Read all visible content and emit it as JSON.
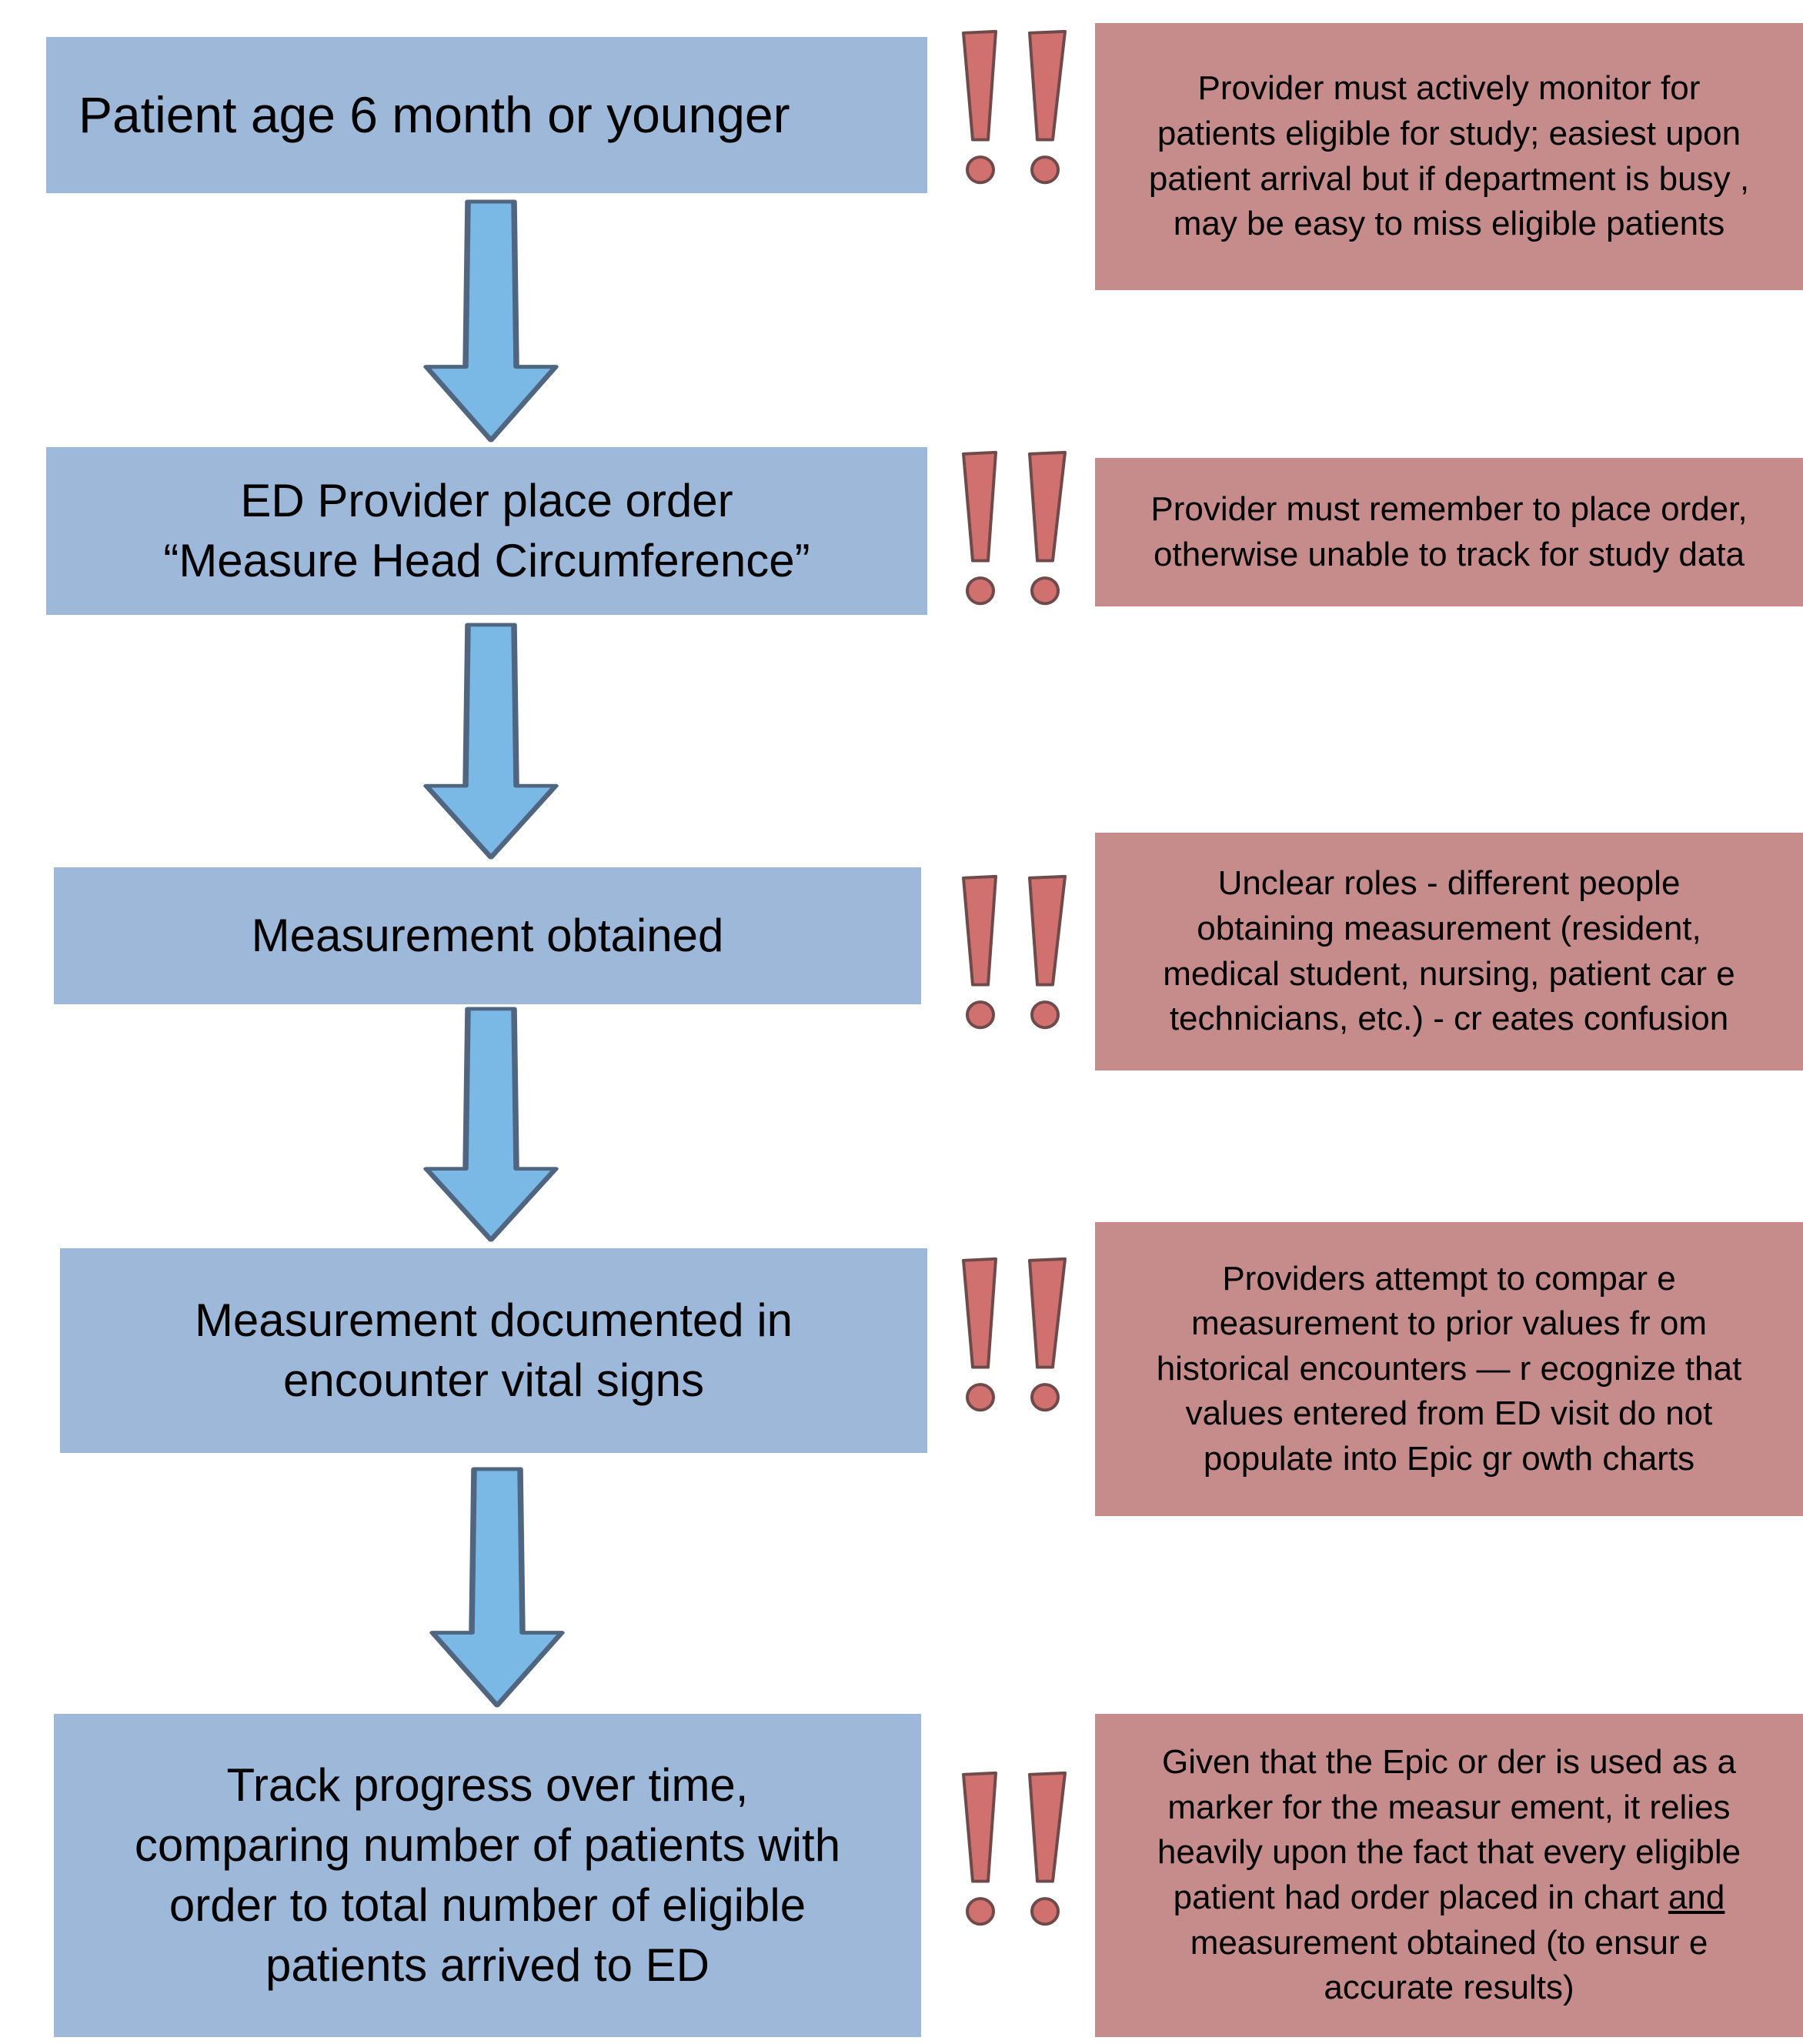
{
  "colors": {
    "step_box": "#9db8d8",
    "note_box": "#c68b8b",
    "arrow_fill": "#7ab8e6",
    "arrow_stroke": "#4f6580",
    "exclamation_fill": "#d0706f",
    "exclamation_stroke": "#6e4a4a"
  },
  "icons": {
    "arrow": "down-arrow-icon",
    "warning": "double-exclamation-icon"
  },
  "steps": [
    {
      "line1": "Patient age 6 month or younger",
      "line2": "",
      "line3": "",
      "line4": ""
    },
    {
      "line1": "ED Provider place order",
      "line2": "“Measure Head Circumference”",
      "line3": "",
      "line4": ""
    },
    {
      "line1": "Measurement obtained",
      "line2": "",
      "line3": "",
      "line4": ""
    },
    {
      "line1": "Measurement documented in",
      "line2": "encounter vital signs",
      "line3": "",
      "line4": ""
    },
    {
      "line1": "Track progress over time,",
      "line2": "comparing number of patients with",
      "line3": "order to total number of eligible",
      "line4": "patients arrived to ED"
    }
  ],
  "notes": [
    {
      "lines": [
        "Provider must actively monitor for",
        "patients eligible for study; easiest upon",
        "patient arrival but if department is busy ,",
        "may be easy to miss eligible patients"
      ]
    },
    {
      "lines": [
        "Provider must remember to place order,",
        "otherwise unable to track for study data"
      ]
    },
    {
      "lines": [
        "Unclear roles - different people",
        "obtaining measurement (resident,",
        "medical student, nursing, patient car e",
        "technicians, etc.) - cr eates confusion"
      ]
    },
    {
      "lines": [
        "Providers attempt to compar e",
        "measurement to prior values fr om",
        "historical encounters — r ecognize that",
        "values entered from ED visit do not",
        "populate into Epic gr owth charts"
      ]
    },
    {
      "lines": [
        "Given that the Epic or der is used as a",
        "marker for the measur ement, it relies",
        "heavily upon the fact that every eligible",
        "patient had order placed in chart",
        "measurement obtained (to ensur e",
        "accurate results)"
      ],
      "underlined": "and"
    }
  ]
}
